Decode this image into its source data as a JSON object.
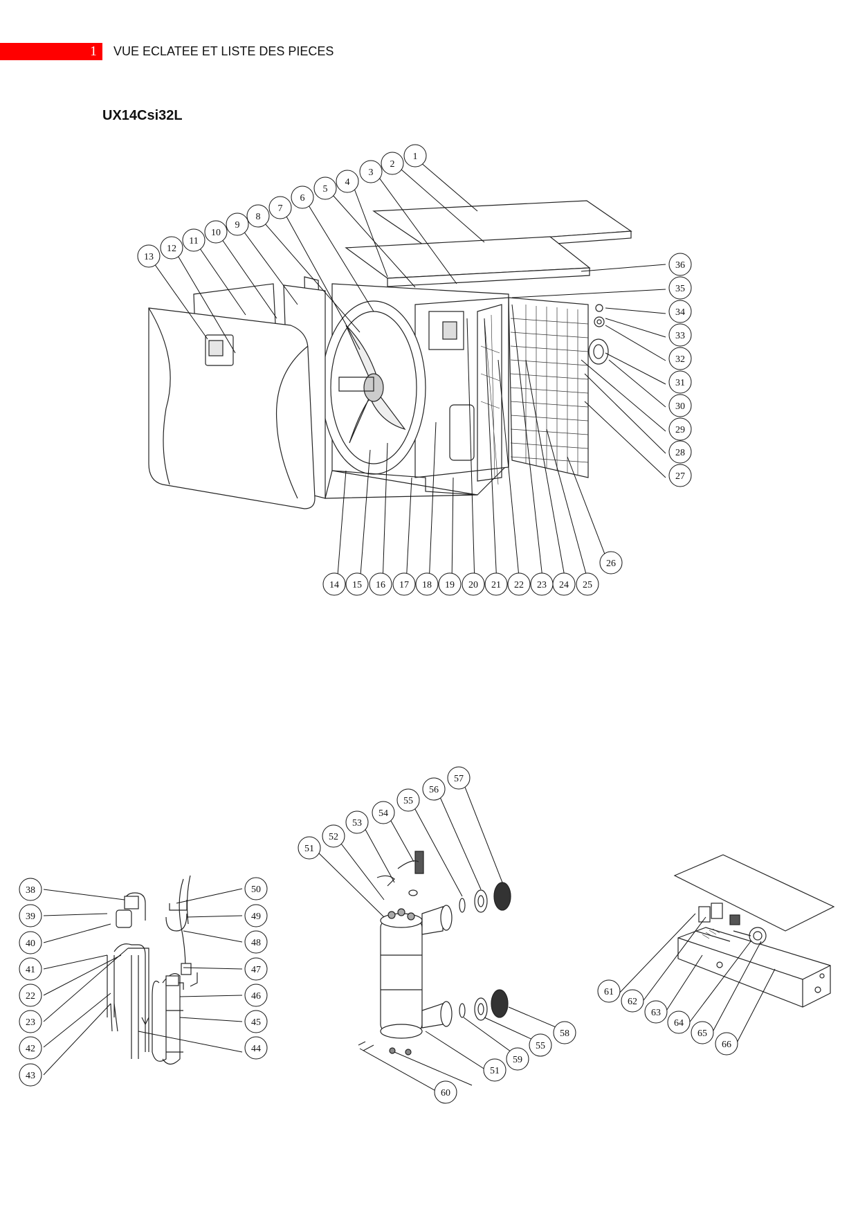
{
  "header": {
    "page_number": "1",
    "section_title": "VUE ECLATEE ET LISTE DES PIECES",
    "accent_color": "#ff0000"
  },
  "model": "UX14Csi32L",
  "diagrams": {
    "main_unit": {
      "labels": [
        "1",
        "2",
        "3",
        "4",
        "5",
        "6",
        "7",
        "8",
        "9",
        "10",
        "11",
        "12",
        "13",
        "14",
        "15",
        "16",
        "17",
        "18",
        "19",
        "20",
        "21",
        "22",
        "23",
        "24",
        "25",
        "26",
        "27",
        "28",
        "29",
        "30",
        "31",
        "32",
        "33",
        "34",
        "35",
        "36"
      ]
    },
    "refrigerant_circuit": {
      "labels": [
        "38",
        "39",
        "40",
        "41",
        "22",
        "23",
        "42",
        "43",
        "50",
        "49",
        "48",
        "47",
        "46",
        "45",
        "44"
      ]
    },
    "heat_exchanger": {
      "labels": [
        "51",
        "52",
        "53",
        "54",
        "55",
        "56",
        "57",
        "58",
        "55",
        "59",
        "51",
        "60"
      ]
    },
    "electrical_box": {
      "labels": [
        "61",
        "62",
        "63",
        "64",
        "65",
        "66"
      ]
    }
  }
}
